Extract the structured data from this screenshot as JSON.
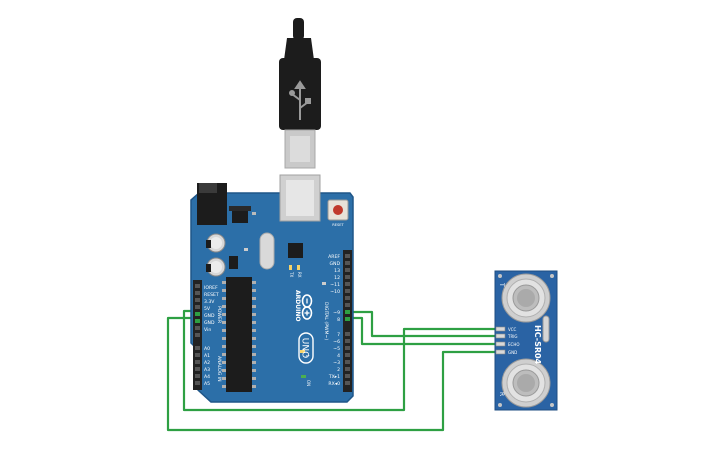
{
  "arduino": {
    "brand": "ARDUINO",
    "model": "UNO",
    "power_header_label": "POWER",
    "analog_header_label": "ANALOG IN",
    "digital_header_label": "DIGITAL (PWM~)",
    "ioref_label": "IOREF",
    "reset_label": "RESET",
    "v33_label": "3.3V",
    "v5_label": "5V",
    "gnd1_label": "GND",
    "gnd2_label": "GND",
    "vin_label": "Vin",
    "analog_pins": [
      "A0",
      "A1",
      "A2",
      "A3",
      "A4",
      "A5"
    ],
    "aref_label": "AREF",
    "gnd_digital_label": "GND",
    "digital_pins": [
      "13",
      "12",
      "~11",
      "~10",
      "~9",
      "8",
      "7",
      "~6",
      "~5",
      "4",
      "~3",
      "2",
      "TX▸1",
      "RX◂0"
    ],
    "led_tx_label": "TX",
    "led_rx_label": "RX",
    "led_l_label": "L",
    "on_label": "ON",
    "reset_btn_label": "RESET"
  },
  "sensor": {
    "name": "HC-SR04",
    "pins": [
      "VCC",
      "TRIG",
      "ECHO",
      "GND"
    ],
    "left_mark": "T",
    "right_mark": "R"
  },
  "colors": {
    "board": "#2c6fa8",
    "board_edge": "#1f5688",
    "wire": "#2ea043",
    "header": "#222222",
    "usb_plug": "#1c1c1c",
    "usb_metal": "#c9c9c9"
  }
}
